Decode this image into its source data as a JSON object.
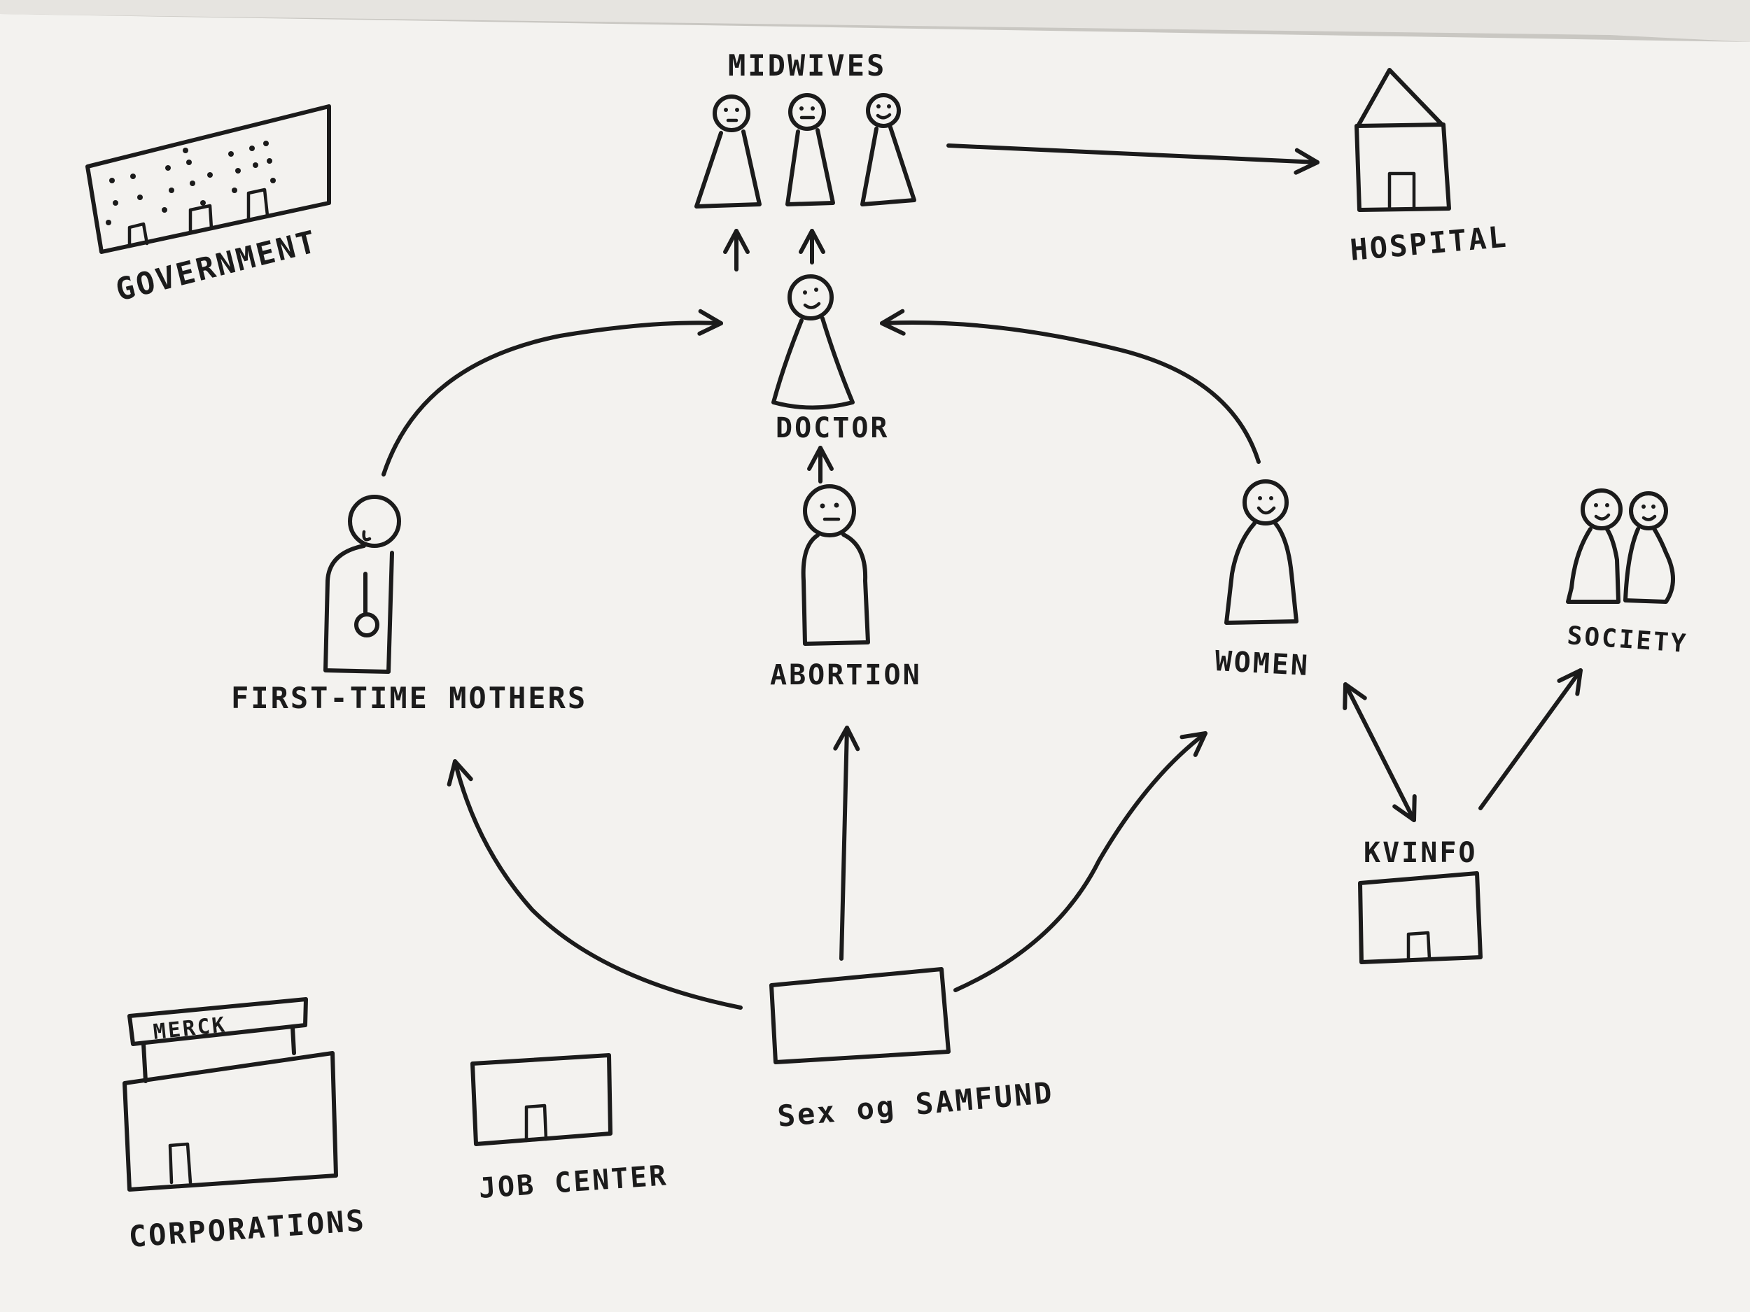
{
  "labels": {
    "midwives": "MIDWIVES",
    "hospital": "HOSPITAL",
    "government": "GOVERNMENT",
    "doctor": "DOCTOR",
    "first_time_mothers": "FIRST-TIME MOTHERS",
    "abortion": "ABORTION",
    "women": "WOMEN",
    "society": "SOCIETY",
    "kvinfo": "KVINFO",
    "sex_og_samfund": "Sex og SAMFUND",
    "merck": "MERCK",
    "job_center": "JOB CENTER",
    "corporations": "CORPORATIONS"
  },
  "colors": {
    "paper": "#f3f2ef",
    "ink": "#1b1b1b",
    "backdrop": "#c9c7c2"
  },
  "icons": [
    "government-building-icon",
    "hospital-house-icon",
    "person-icon",
    "building-icon",
    "pregnant-person-icon"
  ]
}
